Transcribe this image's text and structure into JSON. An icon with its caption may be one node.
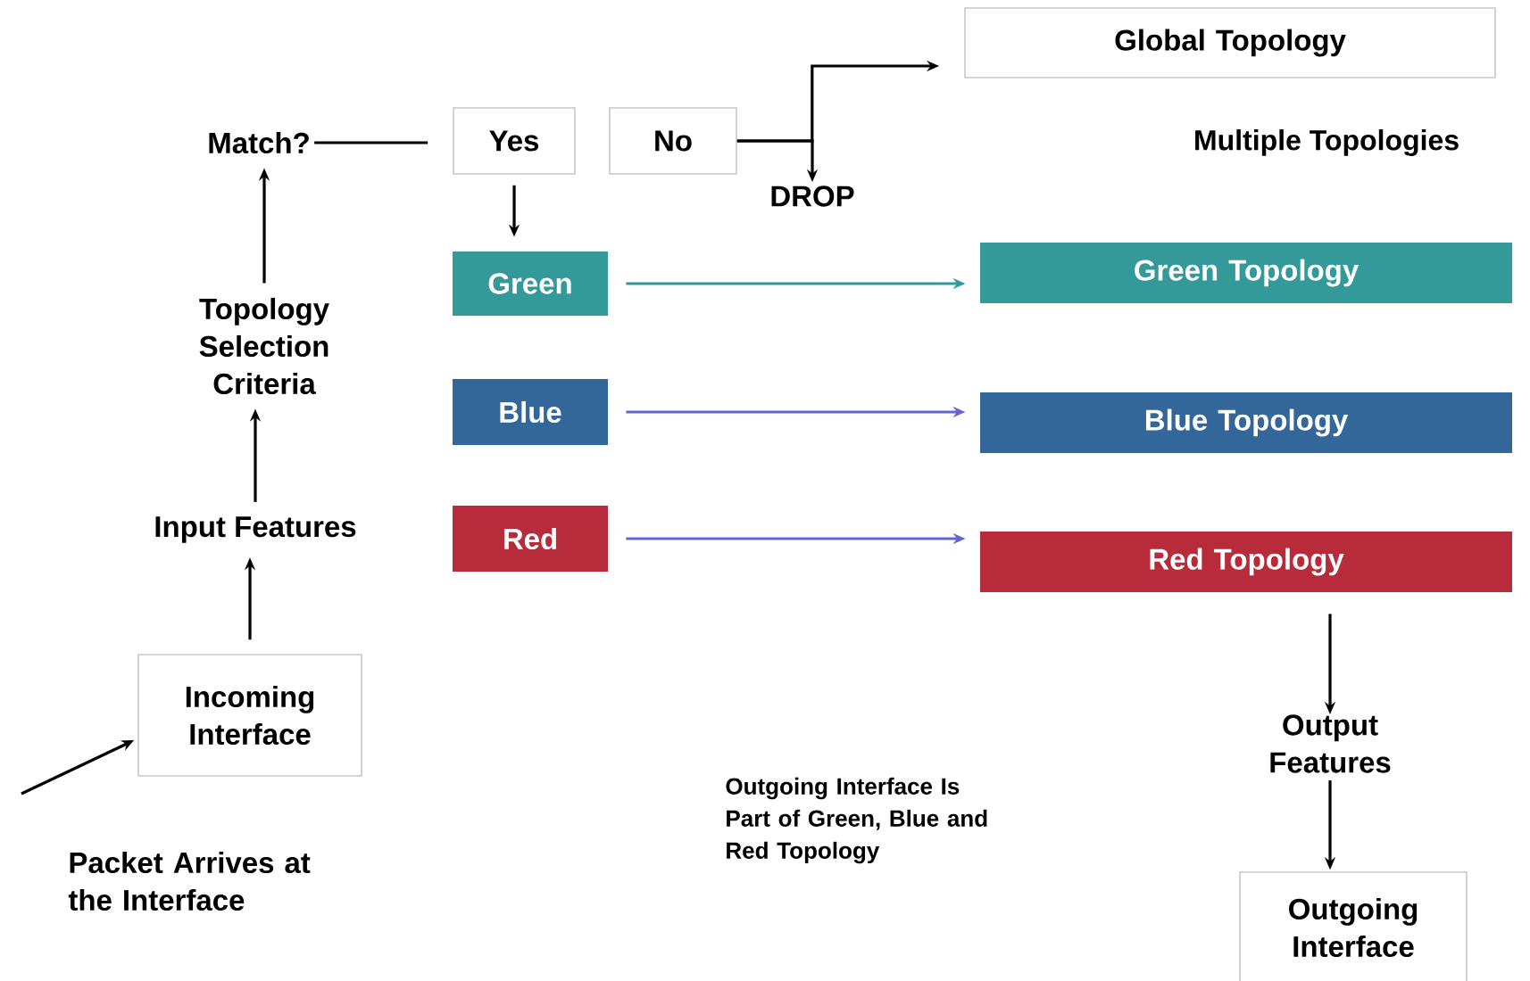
{
  "diagram": {
    "nodes": [
      {
        "text": [
          "Match?"
        ]
      },
      {
        "text": [
          "Yes"
        ]
      },
      {
        "text": [
          "No"
        ]
      },
      {
        "text": [
          "DROP"
        ]
      },
      {
        "text": [
          "Global Topology"
        ]
      },
      {
        "text": [
          "Topology Selection Criteria"
        ]
      },
      {
        "text": [
          "Green"
        ]
      },
      {
        "text": [
          "Blue"
        ]
      },
      {
        "text": [
          "Red"
        ]
      },
      {
        "text": [
          "Green Topology"
        ]
      },
      {
        "text": [
          "Blue Topology"
        ]
      },
      {
        "text": [
          "Red Topology"
        ]
      },
      {
        "text": [
          "Input Features"
        ]
      },
      {
        "text": [
          "Incoming Interface"
        ]
      },
      {
        "text": [
          "Packet Arrives at the Interface"
        ]
      },
      {
        "text": [
          "Output Features"
        ]
      },
      {
        "text": [
          "Outgoing Interface"
        ]
      }
    ],
    "edges": [
      {
        "from": 0,
        "to": 1,
        "arrow": "none"
      },
      {
        "from": 1,
        "to": 6,
        "arrow": "to"
      },
      {
        "from": 2,
        "to": 3,
        "arrow": "to"
      },
      {
        "from": 2,
        "to": 4,
        "arrow": "to"
      },
      {
        "from": 6,
        "to": 9,
        "arrow": "to",
        "color": "#339999"
      },
      {
        "from": 7,
        "to": 10,
        "arrow": "to",
        "color": "#6464d2"
      },
      {
        "from": 8,
        "to": 11,
        "arrow": "to",
        "color": "#6464d2"
      },
      {
        "from": 5,
        "to": 0,
        "arrow": "to"
      },
      {
        "from": 12,
        "to": 5,
        "arrow": "to"
      },
      {
        "from": 13,
        "to": 12,
        "arrow": "to"
      },
      {
        "from": null,
        "to": 13,
        "arrow": "to"
      },
      {
        "from": 11,
        "to": 15,
        "arrow": "to"
      },
      {
        "from": 15,
        "to": 16,
        "arrow": "to"
      }
    ],
    "labels": [
      "Multiple Topologies",
      "Outgoing Interface Is Part of Green, Blue and Red Topology"
    ]
  }
}
